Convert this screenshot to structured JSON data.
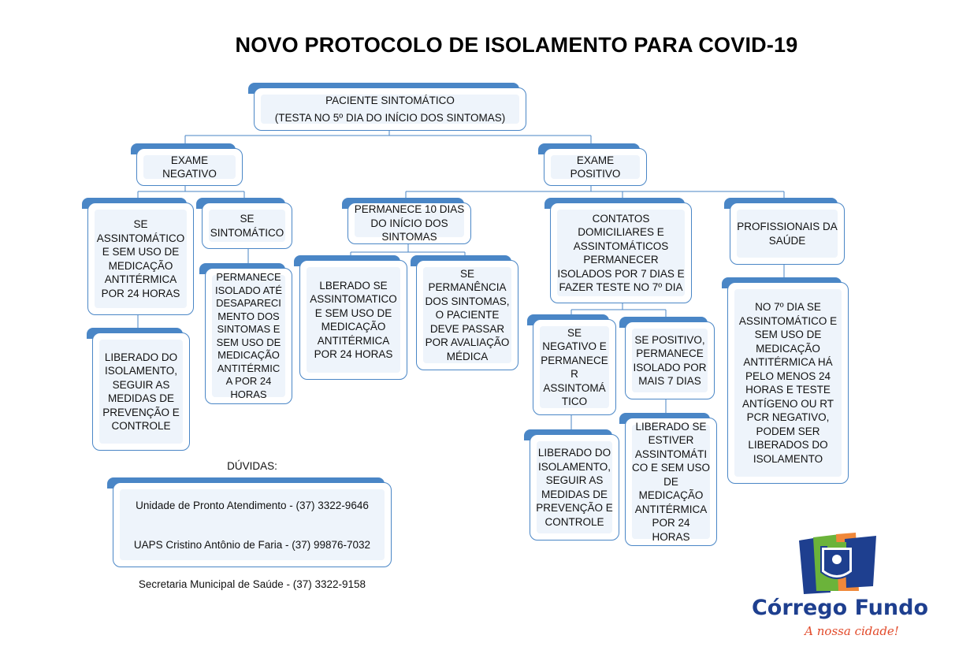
{
  "title": "NOVO PROTOCOLO DE ISOLAMENTO PARA COVID-19",
  "nodes": {
    "root": "PACIENTE SINTOMÁTICO\n(TESTA NO 5º DIA DO INÍCIO DOS SINTOMAS)",
    "neg": "EXAME\nNEGATIVO",
    "pos": "EXAME\nPOSITIVO",
    "neg_assint": "SE\nASSINTOMÁTICO\nE SEM USO DE\nMEDICAÇÃO\nANTITÉRMICA\nPOR 24 HORAS",
    "neg_sint": "SE\nSINTOMÁTICO",
    "neg_liberado": "LIBERADO DO\nISOLAMENTO,\nSEGUIR AS\nMEDIDAS DE\nPREVENÇÃO E\nCONTROLE",
    "neg_permanece": "PERMANECE\nISOLADO ATÉ\nDESAPARECI\nMENTO DOS\nSINTOMAS E\nSEM USO DE\nMEDICAÇÃO\nANTITÉRMIC\nA POR 24\nHORAS",
    "pos_10dias": "PERMANECE 10 DIAS\nDO INÍCIO DOS\nSINTOMAS",
    "pos_liberado": "LBERADO SE\nASSINTOMATICO\nE SEM USO DE\nMEDICAÇÃO\nANTITÉRMICA\nPOR 24 HORAS",
    "pos_permanencia": "SE\nPERMANÊNCIA\nDOS SINTOMAS,\nO PACIENTE\nDEVE PASSAR\nPOR AVALIAÇÃO\nMÉDICA",
    "contatos": "CONTATOS\nDOMICILIARES E\nASSINTOMÁTICOS\nPERMANECER\nISOLADOS POR 7 DIAS E\nFAZER TESTE NO 7º DIA",
    "cont_neg": "SE\nNEGATIVO E\nPERMANECE\nR\nASSINTOMÁ\nTICO",
    "cont_pos": "SE POSITIVO,\nPERMANECE\nISOLADO POR\nMAIS 7 DIAS",
    "cont_liberado": "LIBERADO DO\nISOLAMENTO,\nSEGUIR AS\nMEDIDAS DE\nPREVENÇÃO E\nCONTROLE",
    "cont_liberado_se": "LIBERADO SE\nESTIVER\nASSINTOMÁTI\nCO E SEM USO\nDE\nMEDICAÇÃO\nANTITÉRMICA\nPOR 24\nHORAS",
    "prof": "PROFISSIONAIS DA\nSAÚDE",
    "prof_detail": "NO 7º DIA SE\nASSINTOMÁTICO E\nSEM USO DE\nMEDICAÇÃO\nANTITÉRMICA HÁ\nPELO MENOS 24\nHORAS E TESTE\nANTÍGENO OU RT\nPCR NEGATIVO,\nPODEM SER\nLIBERADOS DO\nISOLAMENTO"
  },
  "contact": {
    "heading": "DÚVIDAS:",
    "lines": [
      "Unidade de Pronto Atendimento - (37) 3322-9646",
      "UAPS Cristino Antônio de Faria - (37) 99876-7032",
      "Secretaria Municipal de Saúde - (37) 3322-9158"
    ]
  },
  "logo": {
    "name": "Córrego Fundo",
    "slogan": "A nossa cidade!"
  },
  "colors": {
    "border": "#4a86c6",
    "fill": "#eef4fb",
    "logo_blue": "#1e3f8f",
    "logo_green": "#6bb33a",
    "logo_orange": "#f0883a"
  }
}
